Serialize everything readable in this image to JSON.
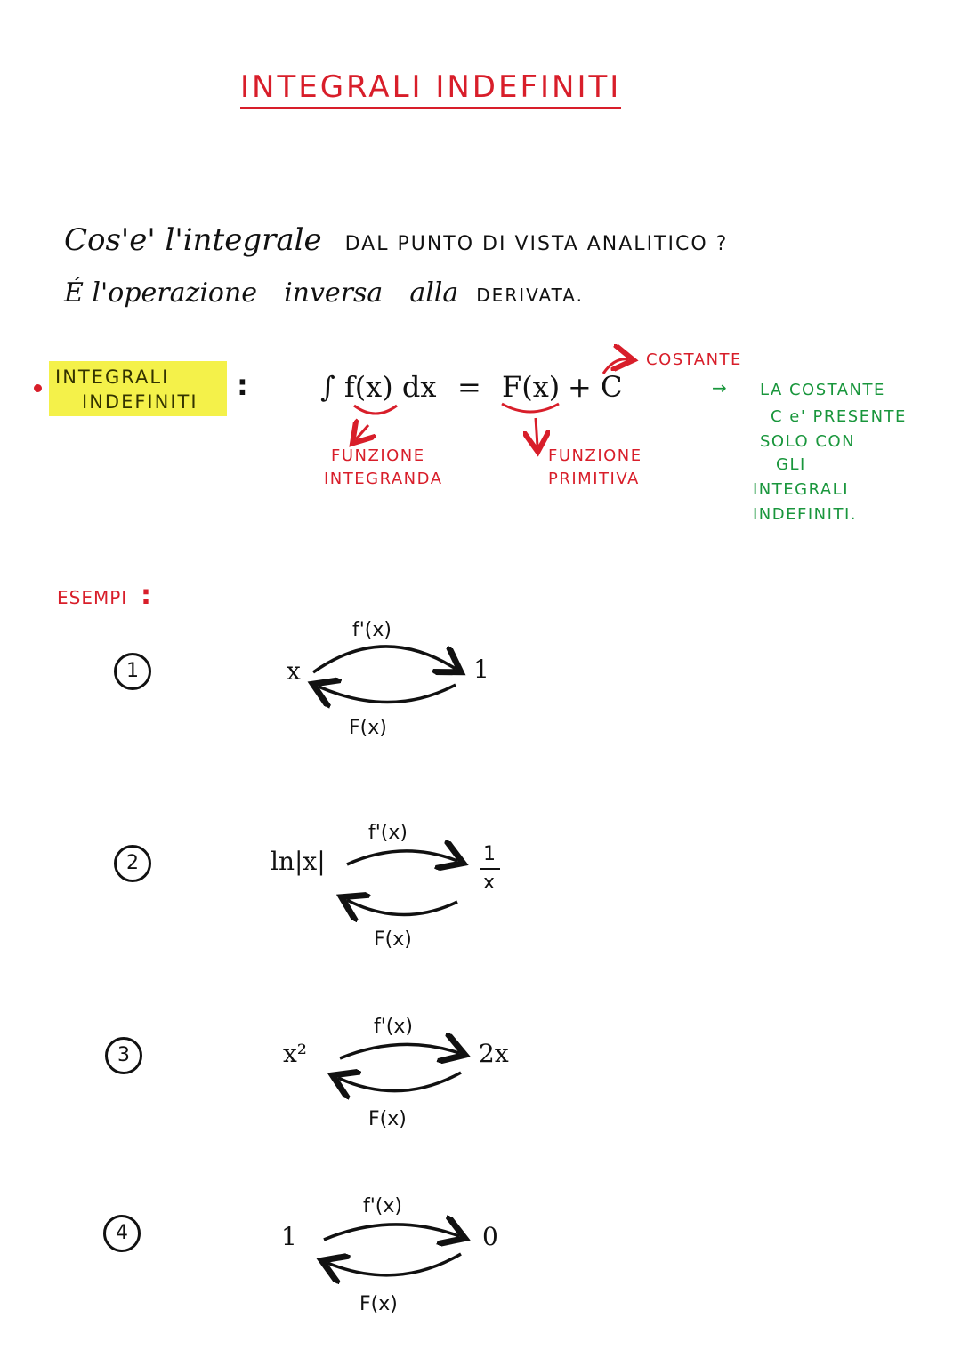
{
  "title": "INTEGRALI INDEFINITI",
  "question": {
    "line1_hand": "Cos'e' l'integrale",
    "line1_caps": "DAL PUNTO DI VISTA ANALITICO ?",
    "line2_a": "É l'operazione",
    "line2_b": "inversa",
    "line2_c": "alla",
    "line2_caps": "DERIVATA."
  },
  "definition": {
    "highlight_line1": "INTEGRALI",
    "highlight_line2": "INDEFINITI",
    "colon": ":",
    "formula_left": "∫ f(x) dx",
    "equals": "=",
    "formula_right": "F(x)",
    "plus_c": "+ C",
    "costante_label": "COSTANTE",
    "integranda_line1": "FUNZIONE",
    "integranda_line2": "INTEGRANDA",
    "primitiva_line1": "FUNZIONE",
    "primitiva_line2": "PRIMITIVA",
    "note_arrow": "→",
    "note_lines": [
      "LA COSTANTE",
      "C e' PRESENTE",
      "SOLO CON",
      "GLI",
      "INTEGRALI",
      "INDEFINITI."
    ]
  },
  "examples": {
    "label": "ESEMPI",
    "colon": ":",
    "items": [
      {
        "num": "1",
        "left": "x",
        "right": "1",
        "top_label": "f'(x)",
        "bottom_label": "F(x)"
      },
      {
        "num": "2",
        "left": "ln|x|",
        "right_num": "1",
        "right_den": "x",
        "top_label": "f'(x)",
        "bottom_label": "F(x)"
      },
      {
        "num": "3",
        "left": "x²",
        "right": "2x",
        "top_label": "f'(x)",
        "bottom_label": "F(x)"
      },
      {
        "num": "4",
        "left": "1",
        "right": "0",
        "top_label": "f'(x)",
        "bottom_label": "F(x)"
      }
    ]
  },
  "colors": {
    "red": "#d81e2a",
    "green": "#19963c",
    "highlight": "#f4f14a",
    "ink": "#111111"
  }
}
